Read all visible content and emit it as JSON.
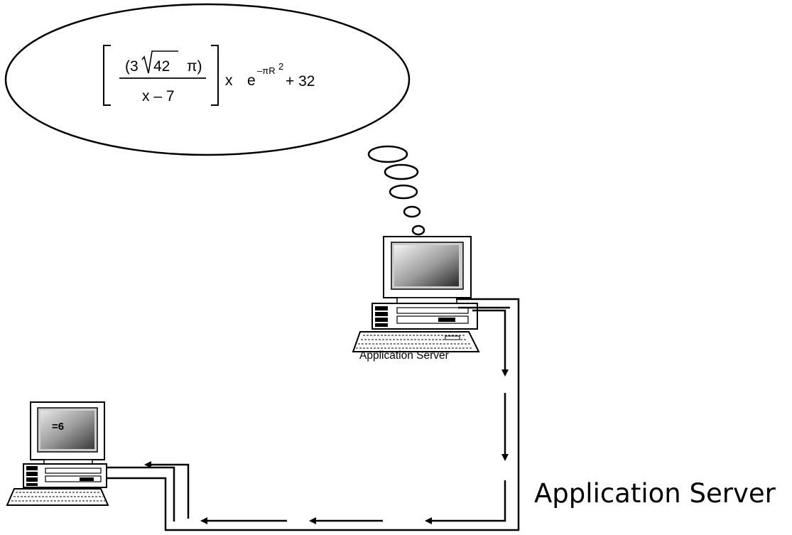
{
  "formula": {
    "numerator_open": "(3",
    "root_value": "42",
    "pi": "π)",
    "denominator": "x – 7",
    "times": "x",
    "exp_base": "e",
    "exp_power": "–πR",
    "exp_square": "2",
    "plus_term": "+ 32"
  },
  "server": {
    "caption": "Application Server"
  },
  "client": {
    "screen_text": "=6"
  },
  "outside_label": "Application Server"
}
